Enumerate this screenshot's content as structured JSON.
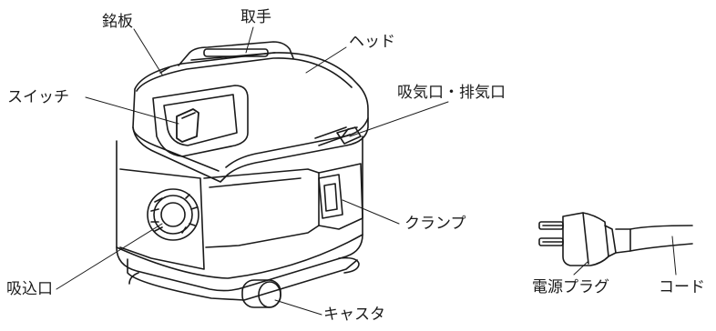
{
  "diagram": {
    "labels": {
      "nameplate": "銘板",
      "handle": "取手",
      "head": "ヘッド",
      "switch": "スイッチ",
      "intake_exhaust": "吸気口・排気口",
      "clamp": "クランプ",
      "suction_port": "吸込口",
      "caster": "キャスタ",
      "power_plug": "電源プラグ",
      "cord": "コード"
    }
  }
}
